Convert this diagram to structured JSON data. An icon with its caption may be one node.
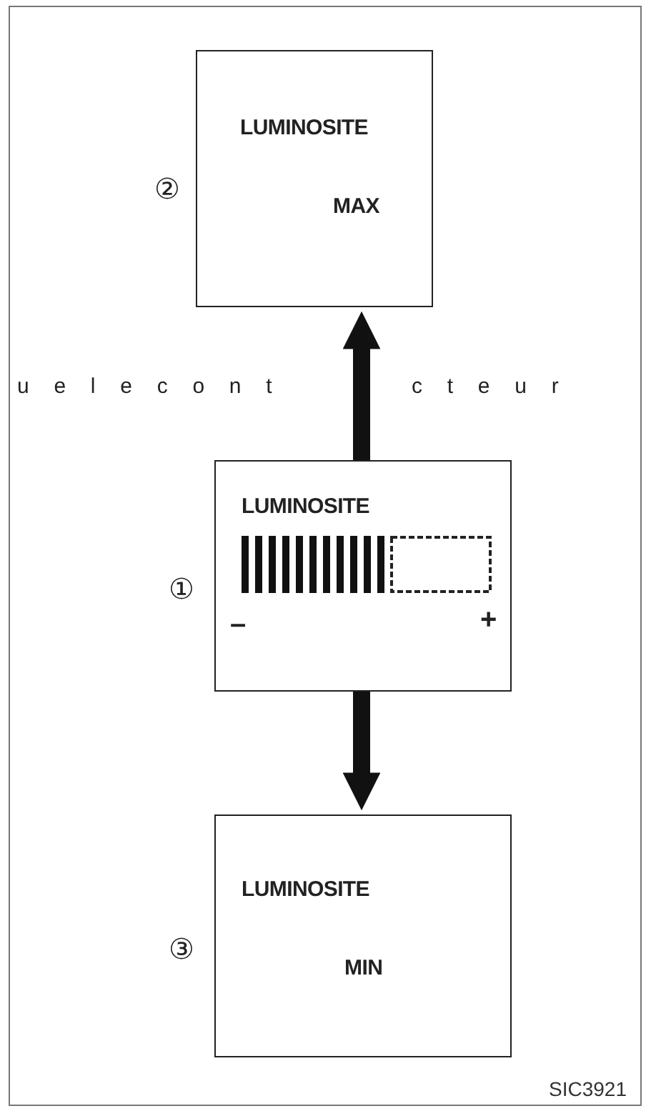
{
  "diagram": {
    "nodes": [
      {
        "text": [
          "LUMINOSITE",
          "MAX"
        ],
        "beside": [
          "②"
        ]
      },
      {
        "text": [
          "LUMINOSITE",
          "–",
          "+"
        ],
        "beside": [
          "①"
        ]
      },
      {
        "text": [
          "LUMINOSITE",
          "MIN"
        ],
        "beside": [
          "③"
        ]
      }
    ],
    "edges": [
      {
        "from": 1,
        "to": 0,
        "arrow": "to"
      },
      {
        "from": 1,
        "to": 2,
        "arrow": "to"
      }
    ],
    "labels": [
      "u e l e c o n t",
      "c t e u r",
      "SIC3921"
    ]
  }
}
